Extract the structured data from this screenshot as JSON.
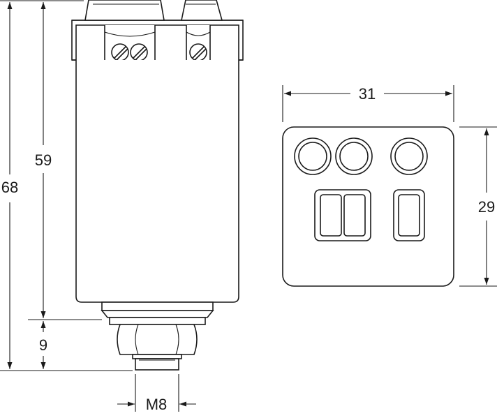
{
  "dimensions": {
    "total_height": "68",
    "body_height": "59",
    "thread_length": "9",
    "thread_size": "M8",
    "face_width": "31",
    "face_height": "29"
  },
  "colors": {
    "stroke": "#1a1a1a",
    "background": "#ffffff"
  }
}
